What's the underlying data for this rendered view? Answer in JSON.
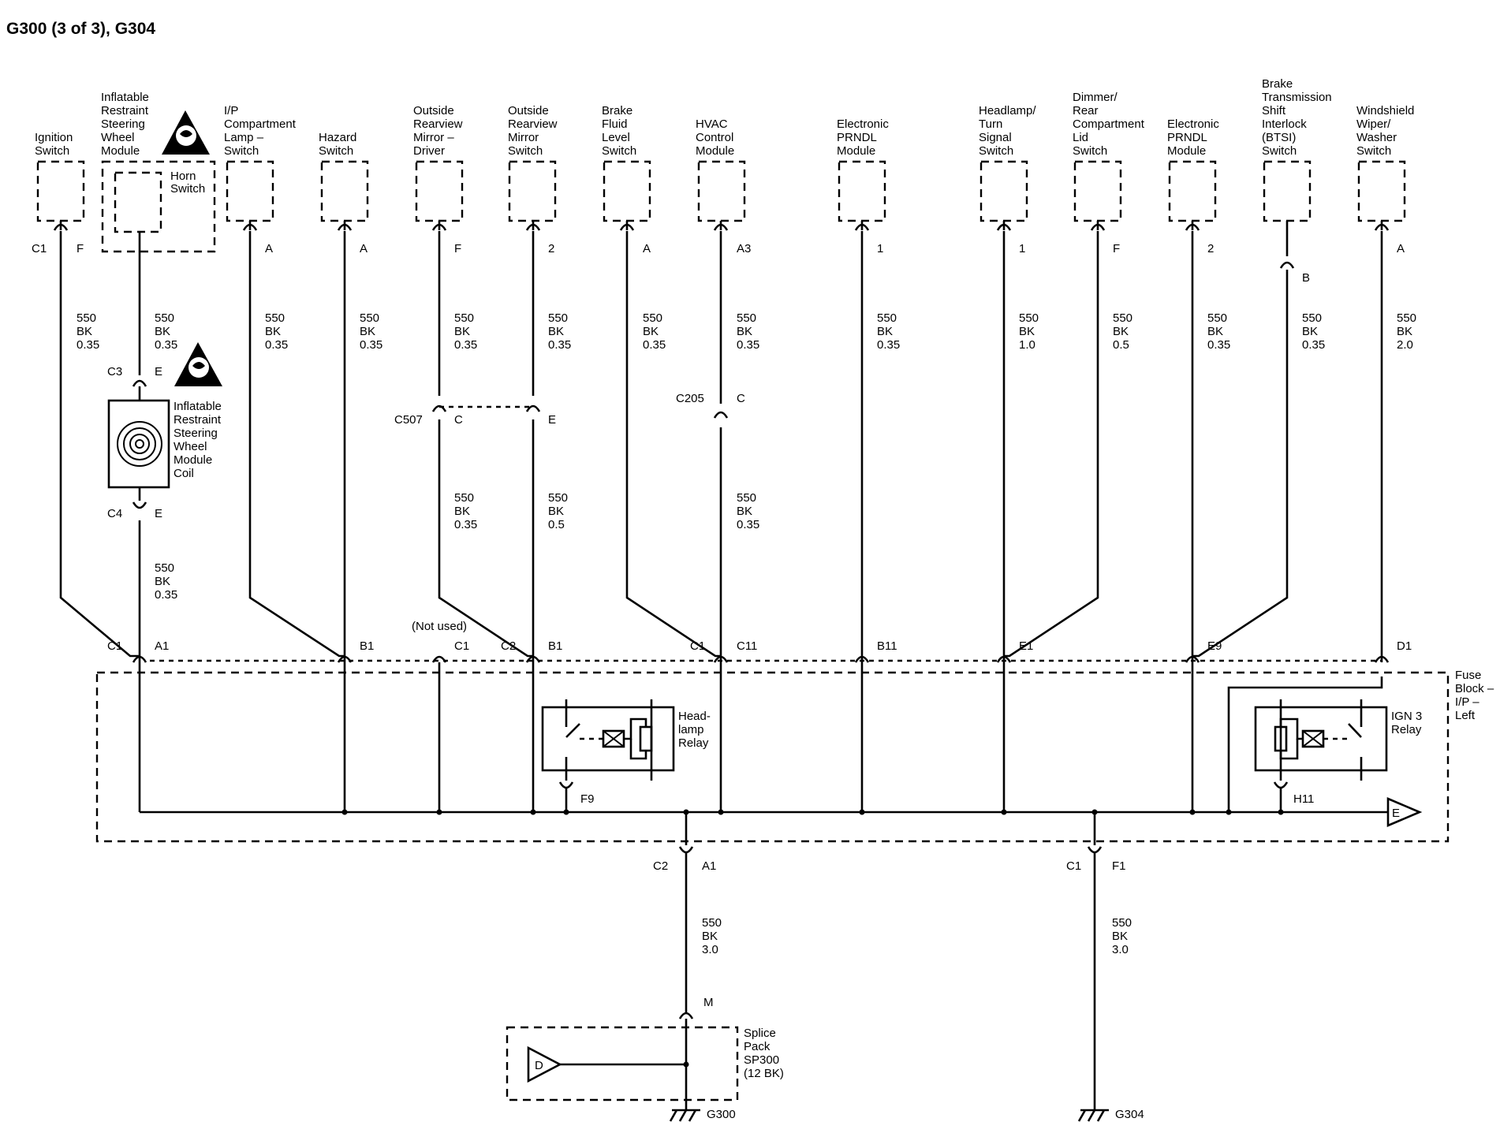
{
  "title": "G300 (3 of 3), G304",
  "components": {
    "ignition": [
      "Ignition",
      "Switch"
    ],
    "airbag_module": [
      "Inflatable",
      "Restraint",
      "Steering",
      "Wheel",
      "Module"
    ],
    "horn": [
      "Horn",
      "Switch"
    ],
    "ip_lamp": [
      "I/P",
      "Compartment",
      "Lamp –",
      "Switch"
    ],
    "hazard": [
      "Hazard",
      "Switch"
    ],
    "mirror_driver": [
      "Outside",
      "Rearview",
      "Mirror –",
      "Driver"
    ],
    "mirror_switch": [
      "Outside",
      "Rearview",
      "Mirror",
      "Switch"
    ],
    "brake_fluid": [
      "Brake",
      "Fluid",
      "Level",
      "Switch"
    ],
    "hvac": [
      "HVAC",
      "Control",
      "Module"
    ],
    "prndl1": [
      "Electronic",
      "PRNDL",
      "Module"
    ],
    "headlamp_switch": [
      "Headlamp/",
      "Turn",
      "Signal",
      "Switch"
    ],
    "dimmer": [
      "Dimmer/",
      "Rear",
      "Compartment",
      "Lid",
      "Switch"
    ],
    "prndl2": [
      "Electronic",
      "PRNDL",
      "Module"
    ],
    "btsi": [
      "Brake",
      "Transmission",
      "Shift",
      "Interlock",
      "(BTSI)",
      "Switch"
    ],
    "wiper": [
      "Windshield",
      "Wiper/",
      "Washer",
      "Switch"
    ],
    "coil": [
      "Inflatable",
      "Restraint",
      "Steering",
      "Wheel",
      "Module",
      "Coil"
    ],
    "fuse_block": [
      "Fuse",
      "Block –",
      "I/P –",
      "Left"
    ],
    "headlamp_relay": [
      "Head-",
      "lamp",
      "Relay"
    ],
    "ign3_relay": [
      "IGN 3",
      "Relay"
    ],
    "splice": [
      "Splice",
      "Pack",
      "SP300",
      "(12 BK)"
    ]
  },
  "pins": {
    "ign_conn": "C1",
    "ign_pin": "F",
    "ip_pin": "A",
    "hazard_pin": "A",
    "mirdrv_pin": "F",
    "mirsw_pin": "2",
    "brake_pin": "A",
    "hvac_pin": "A3",
    "prndl1_pin": "1",
    "headsw_pin": "1",
    "dimmer_pin": "F",
    "prndl2_pin": "2",
    "btsi_pin": "B",
    "wiper_pin": "A",
    "c3": "C3",
    "c3_pin": "E",
    "c4": "C4",
    "c4_pin": "E",
    "c507": "C507",
    "c507_c": "C",
    "c507_e": "E",
    "c205": "C205",
    "c205_pin": "C",
    "fb_c1_a": "C1",
    "fb_a1": "A1",
    "fb_b1_haz": "B1",
    "not_used": "(Not used)",
    "fb_c1_nu": "C1",
    "fb_c2": "C2",
    "fb_b1_mir": "B1",
    "fb_c1_hvac": "C1",
    "fb_c11": "C11",
    "fb_b11": "B11",
    "fb_e1": "E1",
    "fb_e9": "E9",
    "fb_d1": "D1",
    "f9": "F9",
    "h11": "H11",
    "arrow_e": "E",
    "out_c2": "C2",
    "out_a1": "A1",
    "out_c1": "C1",
    "out_f1": "F1",
    "m": "M",
    "arrow_d": "D"
  },
  "wires": {
    "ign": [
      "550",
      "BK",
      "0.35"
    ],
    "airbag": [
      "550",
      "BK",
      "0.35"
    ],
    "ip": [
      "550",
      "BK",
      "0.35"
    ],
    "hazard": [
      "550",
      "BK",
      "0.35"
    ],
    "mirdrv": [
      "550",
      "BK",
      "0.35"
    ],
    "mirsw": [
      "550",
      "BK",
      "0.35"
    ],
    "brake": [
      "550",
      "BK",
      "0.35"
    ],
    "hvac": [
      "550",
      "BK",
      "0.35"
    ],
    "prndl1": [
      "550",
      "BK",
      "0.35"
    ],
    "headsw": [
      "550",
      "BK",
      "1.0"
    ],
    "dimmer": [
      "550",
      "BK",
      "0.5"
    ],
    "prndl2": [
      "550",
      "BK",
      "0.35"
    ],
    "btsi": [
      "550",
      "BK",
      "0.35"
    ],
    "wiper": [
      "550",
      "BK",
      "2.0"
    ],
    "coil_out": [
      "550",
      "BK",
      "0.35"
    ],
    "mirdrv_low": [
      "550",
      "BK",
      "0.35"
    ],
    "mirsw_low": [
      "550",
      "BK",
      "0.5"
    ],
    "hvac_low": [
      "550",
      "BK",
      "0.35"
    ],
    "g300": [
      "550",
      "BK",
      "3.0"
    ],
    "g304": [
      "550",
      "BK",
      "3.0"
    ]
  },
  "grounds": {
    "g300": "G300",
    "g304": "G304"
  }
}
